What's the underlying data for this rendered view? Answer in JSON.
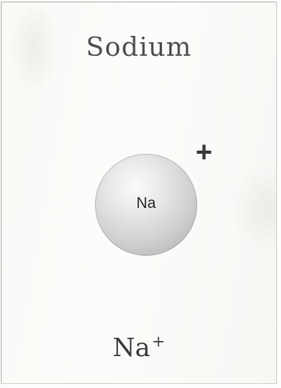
{
  "card": {
    "title": "Sodium",
    "atom": {
      "symbol": "Na",
      "charge": "+"
    },
    "formula": {
      "base": "Na",
      "charge": "+"
    }
  },
  "colors": {
    "text": "#505050",
    "atom_fill": "#d6d6d6"
  }
}
